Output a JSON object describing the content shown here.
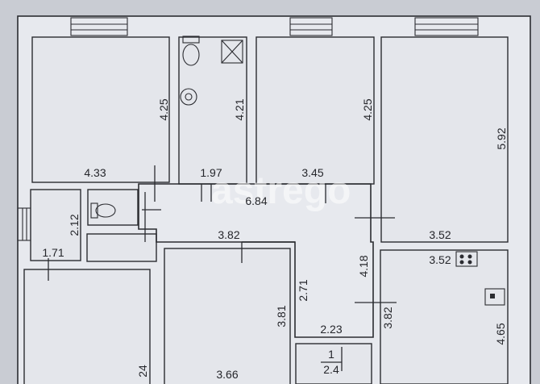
{
  "watermark": "astrego",
  "dimensions": {
    "room1_height": "4.25",
    "room1_width": "4.33",
    "bath_height": "4.21",
    "bath_width": "1.97",
    "room3_height": "4.25",
    "room3_width": "3.45",
    "room4_height": "5.92",
    "room4_width": "3.52",
    "corridor_length": "6.84",
    "wc_height": "2.12",
    "hall_width": "1.71",
    "room5_width": "3.82",
    "room5_height": "3.81",
    "room5_bottom": "3.66",
    "corridor_height": "2.71",
    "corridor_right": "4.18",
    "small_width": "2.23",
    "kitchen_width": "3.52",
    "kitchen_height": "4.65",
    "kitchen_side": "3.82",
    "closet_num": "1",
    "closet_den": "2.4",
    "left_bottom": "24"
  },
  "icons": [
    "toilet-icon",
    "shower-icon",
    "sink-icon",
    "stove-icon",
    "fridge-icon"
  ]
}
